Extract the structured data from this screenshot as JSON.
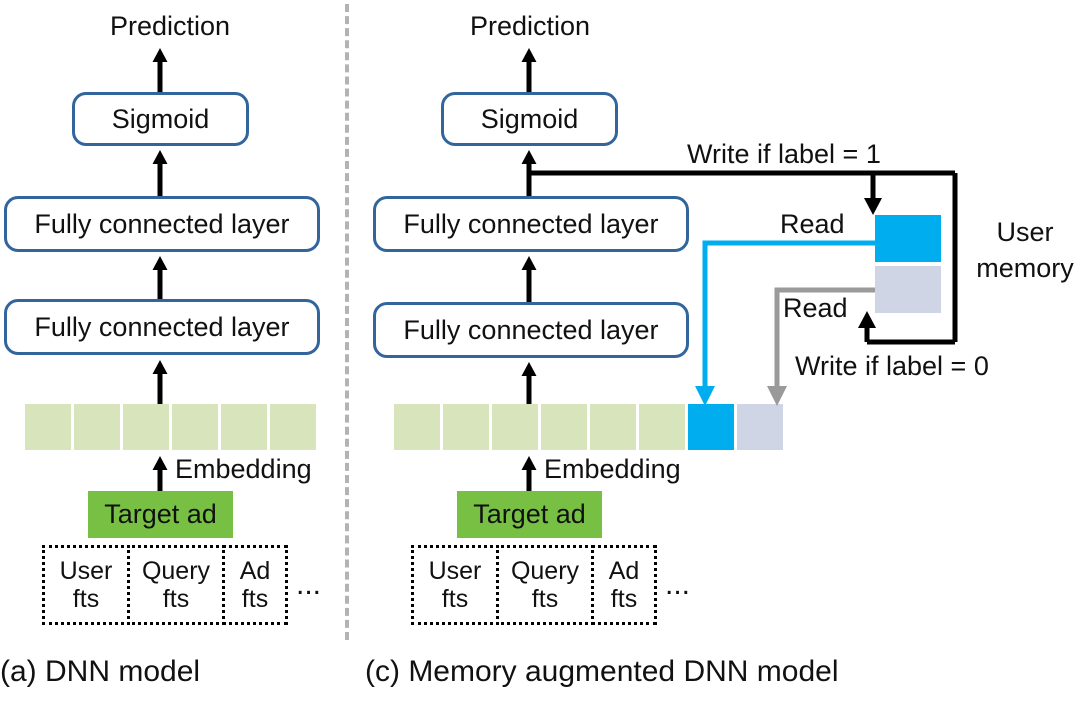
{
  "figure": {
    "type": "diagram",
    "subject": "Memory augmented DNN model architecture for ad click prediction"
  },
  "colors": {
    "box_border": "#31659B",
    "embedding_green": "#D8E4BC",
    "target_ad_green": "#77C043",
    "memory_blue": "#00AEEF",
    "memory_gray": "#CFD5E4",
    "divider_gray": "#B3B3B3",
    "read_blue_arrow": "#00AEEF",
    "read_gray_arrow": "#9A9A9A",
    "write_arrow": "#000000"
  },
  "panels": [
    {
      "id": "a",
      "caption": "(a) DNN model",
      "output_label": "Prediction",
      "boxes": [
        {
          "label": "Sigmoid"
        },
        {
          "label": "Fully connected layer"
        },
        {
          "label": "Fully connected layer"
        }
      ],
      "embedding_label": "Embedding",
      "embedding_cells": [
        "green",
        "green",
        "green",
        "green",
        "green",
        "green"
      ],
      "target_ad_label": "Target ad",
      "features": [
        {
          "line1": "User",
          "line2": "fts"
        },
        {
          "line1": "Query",
          "line2": "fts"
        },
        {
          "line1": "Ad",
          "line2": "fts"
        }
      ],
      "features_ellipsis": "..."
    },
    {
      "id": "c",
      "caption": "(c) Memory augmented DNN model",
      "output_label": "Prediction",
      "boxes": [
        {
          "label": "Sigmoid"
        },
        {
          "label": "Fully connected layer"
        },
        {
          "label": "Fully connected layer"
        }
      ],
      "embedding_label": "Embedding",
      "embedding_cells": [
        "green",
        "green",
        "green",
        "green",
        "green",
        "green",
        "blue",
        "gray"
      ],
      "target_ad_label": "Target ad",
      "features": [
        {
          "line1": "User",
          "line2": "fts"
        },
        {
          "line1": "Query",
          "line2": "fts"
        },
        {
          "line1": "Ad",
          "line2": "fts"
        }
      ],
      "features_ellipsis": "...",
      "memory": {
        "title_line1": "User",
        "title_line2": "memory",
        "slots": [
          {
            "kind": "blue",
            "read_label": "Read",
            "write_label": "Write if label = 1"
          },
          {
            "kind": "gray",
            "read_label": "Read",
            "write_label": "Write if label = 0"
          }
        ]
      }
    }
  ]
}
